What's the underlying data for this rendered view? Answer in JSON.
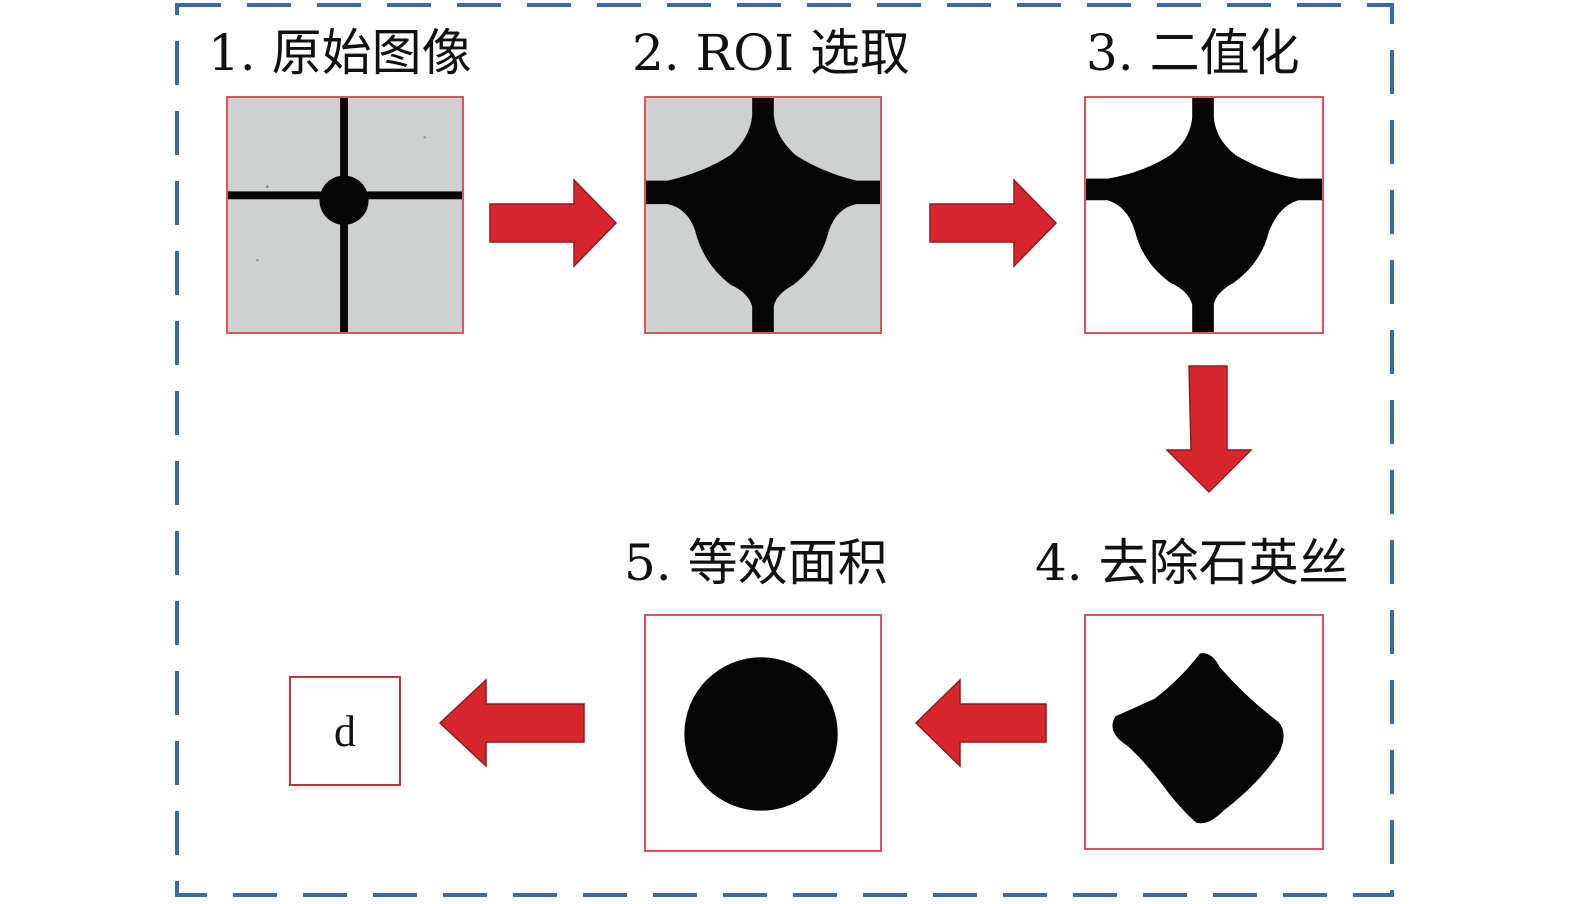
{
  "steps": [
    {
      "label": "1. 原始图像"
    },
    {
      "label": "2. ROI 选取"
    },
    {
      "label": "3. 二值化"
    },
    {
      "label": "4. 去除石英丝"
    },
    {
      "label": "5. 等效面积"
    }
  ],
  "result": {
    "label": "d"
  },
  "colors": {
    "frame_dash": "#3b6aa6",
    "panel_border": "#d8555f",
    "arrow_fill": "#d9262c",
    "arrow_stroke": "#8c1a1f",
    "raw_background": "#cfd1d1",
    "blob": "#050505"
  }
}
